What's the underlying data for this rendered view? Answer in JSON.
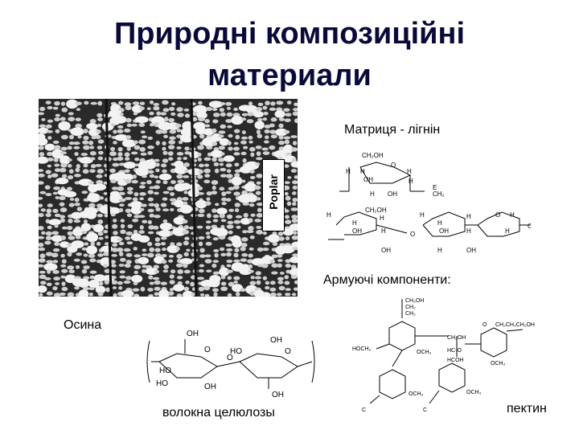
{
  "slide": {
    "title_line1": "Природні композиційні",
    "title_line2": "материали",
    "micrograph_label": "Poplar",
    "label_aspen": "Осина",
    "label_matrix": "Матриця - лігнін",
    "label_reinforcing": "Армуючі компоненти:",
    "label_cellulose": "волокна целюлозы",
    "label_pectin": "пектин"
  }
}
